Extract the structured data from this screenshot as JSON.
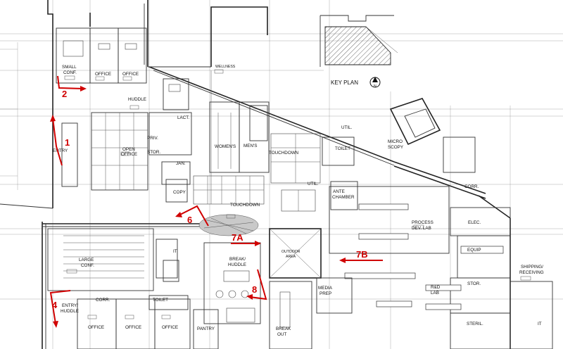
{
  "plan": {
    "key_plan_label": "KEY PLAN",
    "north_label": "N",
    "annotation_color": "#d00000",
    "rooms": [
      {
        "key": "wellness",
        "label": "WELLNESS"
      },
      {
        "key": "small_conf_1",
        "label": "SMALL"
      },
      {
        "key": "small_conf_2",
        "label": "CONF."
      },
      {
        "key": "office_a",
        "label": "OFFICE"
      },
      {
        "key": "office_b",
        "label": "OFFICE"
      },
      {
        "key": "huddle",
        "label": "HUDDLE"
      },
      {
        "key": "lact",
        "label": "LACT."
      },
      {
        "key": "open_office_1",
        "label": "OPEN"
      },
      {
        "key": "open_office_2",
        "label": "OFFICE"
      },
      {
        "key": "priv",
        "label": "PRIV."
      },
      {
        "key": "stor_a",
        "label": "STOR."
      },
      {
        "key": "entry",
        "label": "ENTRY"
      },
      {
        "key": "jan",
        "label": "JAN."
      },
      {
        "key": "copy",
        "label": "COPY"
      },
      {
        "key": "womens",
        "label": "WOMEN'S"
      },
      {
        "key": "mens",
        "label": "MEN'S"
      },
      {
        "key": "touchdown_a",
        "label": "TOUCHDOWN"
      },
      {
        "key": "touchdown_b",
        "label": "TOUCHDOWN"
      },
      {
        "key": "util_a",
        "label": "UTIL."
      },
      {
        "key": "util_b",
        "label": "UTIL."
      },
      {
        "key": "toilet_a",
        "label": "TOILET"
      },
      {
        "key": "micro_1",
        "label": "MICRO"
      },
      {
        "key": "micro_2",
        "label": "SCOPY"
      },
      {
        "key": "corr_a",
        "label": "CORR."
      },
      {
        "key": "ante_1",
        "label": "ANTE"
      },
      {
        "key": "ante_2",
        "label": "CHAMBER"
      },
      {
        "key": "process_1",
        "label": "PROCESS"
      },
      {
        "key": "process_2",
        "label": "DEV. LAB"
      },
      {
        "key": "elec",
        "label": "ELEC."
      },
      {
        "key": "large_conf_1",
        "label": "LARGE"
      },
      {
        "key": "large_conf_2",
        "label": "CONF."
      },
      {
        "key": "it_a",
        "label": "IT"
      },
      {
        "key": "outdoor_1",
        "label": "OUTDOOR"
      },
      {
        "key": "outdoor_2",
        "label": "AREA"
      },
      {
        "key": "break_huddle_1",
        "label": "BREAK/"
      },
      {
        "key": "break_huddle_2",
        "label": "HUDDLE"
      },
      {
        "key": "equip",
        "label": "EQUIP"
      },
      {
        "key": "shipping_1",
        "label": "SHIPPING/"
      },
      {
        "key": "shipping_2",
        "label": "RECEIVING"
      },
      {
        "key": "rd_lab_1",
        "label": "R&D"
      },
      {
        "key": "rd_lab_2",
        "label": "LAB"
      },
      {
        "key": "stor_b",
        "label": "STOR."
      },
      {
        "key": "media_1",
        "label": "MEDIA"
      },
      {
        "key": "media_2",
        "label": "PREP"
      },
      {
        "key": "corr_b",
        "label": "CORR."
      },
      {
        "key": "toilet_b",
        "label": "TOILET"
      },
      {
        "key": "entry_huddle_1",
        "label": "ENTRY/"
      },
      {
        "key": "entry_huddle_2",
        "label": "HUDDLE"
      },
      {
        "key": "office_c",
        "label": "OFFICE"
      },
      {
        "key": "office_d",
        "label": "OFFICE"
      },
      {
        "key": "office_e",
        "label": "OFFICE"
      },
      {
        "key": "pantry",
        "label": "PANTRY"
      },
      {
        "key": "break_out_1",
        "label": "BREAK"
      },
      {
        "key": "break_out_2",
        "label": "OUT"
      },
      {
        "key": "steril",
        "label": "STERIL."
      },
      {
        "key": "it_b",
        "label": "IT"
      }
    ],
    "view_markers": [
      "1",
      "2",
      "4",
      "6",
      "7A",
      "7B",
      "8"
    ]
  }
}
